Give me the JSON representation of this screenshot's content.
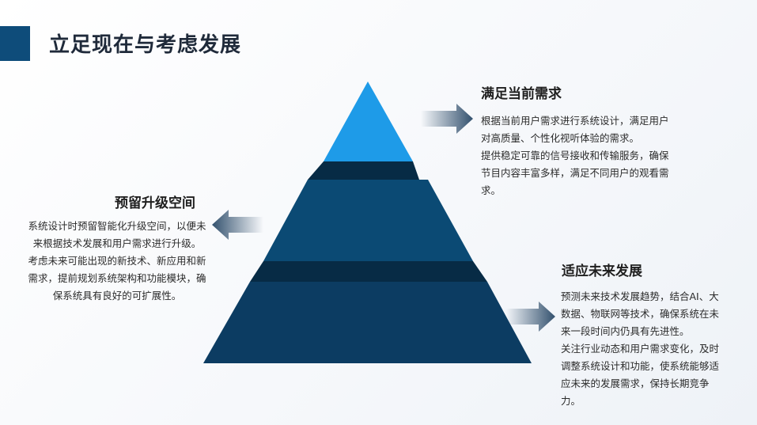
{
  "page": {
    "title": "立足现在与考虑发展"
  },
  "colors": {
    "title_bar": "#0e4c7a",
    "pyramid_top": "#1e9be8",
    "pyramid_middle": "#0b4a74",
    "pyramid_bottom": "#0c3c62",
    "pyramid_joint": "#072b45",
    "arrow": "#33516e"
  },
  "sections": {
    "current": {
      "heading": "满足当前需求",
      "para1": "根据当前用户需求进行系统设计，满足用户对高质量、个性化视听体验的需求。",
      "para2": "提供稳定可靠的信号接收和传输服务，确保节目内容丰富多样，满足不同用户的观看需求。"
    },
    "upgrade": {
      "heading": "预留升级空间",
      "para1": "系统设计时预留智能化升级空间，以便未来根据技术发展和用户需求进行升级。",
      "para2": "考虑未来可能出现的新技术、新应用和新需求，提前规划系统架构和功能模块，确保系统具有良好的可扩展性。"
    },
    "future": {
      "heading": "适应未来发展",
      "para1": "预测未来技术发展趋势，结合AI、大数据、物联网等技术，确保系统在未来一段时间内仍具有先进性。",
      "para2": "关注行业动态和用户需求变化，及时调整系统设计和功能，使系统能够适应未来的发展需求，保持长期竞争力。"
    }
  }
}
